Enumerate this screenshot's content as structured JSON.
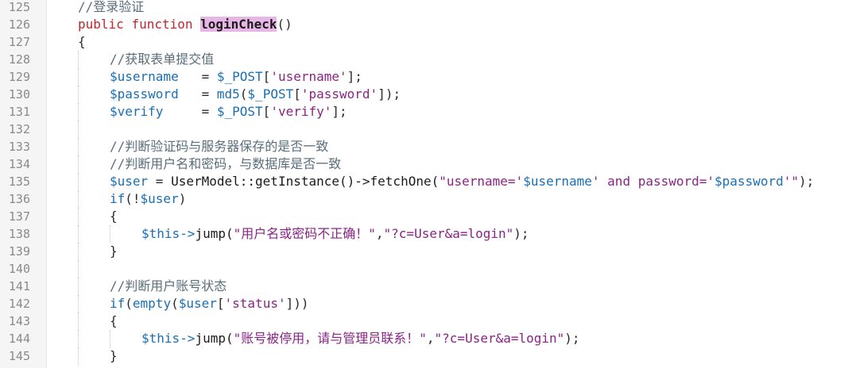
{
  "editor": {
    "lines": [
      {
        "num": "125",
        "indent": 0,
        "tokens": [
          {
            "t": "//登录验证",
            "c": "comment"
          }
        ]
      },
      {
        "num": "126",
        "indent": 0,
        "tokens": [
          {
            "t": "public",
            "c": "kw"
          },
          {
            "t": " ",
            "c": "op"
          },
          {
            "t": "function",
            "c": "kw"
          },
          {
            "t": " ",
            "c": "op"
          },
          {
            "t": "loginCheck",
            "c": "hl"
          },
          {
            "t": "()",
            "c": "op"
          }
        ]
      },
      {
        "num": "127",
        "indent": 0,
        "tokens": [
          {
            "t": "{",
            "c": "op"
          }
        ]
      },
      {
        "num": "128",
        "indent": 1,
        "tokens": [
          {
            "t": "//获取表单提交值",
            "c": "comment"
          }
        ]
      },
      {
        "num": "129",
        "indent": 1,
        "tokens": [
          {
            "t": "$username",
            "c": "var"
          },
          {
            "t": "   = ",
            "c": "op"
          },
          {
            "t": "$_POST",
            "c": "var"
          },
          {
            "t": "[",
            "c": "op"
          },
          {
            "t": "'username'",
            "c": "str"
          },
          {
            "t": "];",
            "c": "op"
          }
        ]
      },
      {
        "num": "130",
        "indent": 1,
        "tokens": [
          {
            "t": "$password",
            "c": "var"
          },
          {
            "t": "   = ",
            "c": "op"
          },
          {
            "t": "md5",
            "c": "var"
          },
          {
            "t": "(",
            "c": "op"
          },
          {
            "t": "$_POST",
            "c": "var"
          },
          {
            "t": "[",
            "c": "op"
          },
          {
            "t": "'password'",
            "c": "str"
          },
          {
            "t": "]);",
            "c": "op"
          }
        ]
      },
      {
        "num": "131",
        "indent": 1,
        "tokens": [
          {
            "t": "$verify",
            "c": "var"
          },
          {
            "t": "     = ",
            "c": "op"
          },
          {
            "t": "$_POST",
            "c": "var"
          },
          {
            "t": "[",
            "c": "op"
          },
          {
            "t": "'verify'",
            "c": "str"
          },
          {
            "t": "];",
            "c": "op"
          }
        ]
      },
      {
        "num": "132",
        "indent": 1,
        "tokens": []
      },
      {
        "num": "133",
        "indent": 1,
        "tokens": [
          {
            "t": "//判断验证码与服务器保存的是否一致",
            "c": "comment"
          }
        ]
      },
      {
        "num": "134",
        "indent": 1,
        "tokens": [
          {
            "t": "//判断用户名和密码，与数据库是否一致",
            "c": "comment"
          }
        ]
      },
      {
        "num": "135",
        "indent": 1,
        "tokens": [
          {
            "t": "$user",
            "c": "var"
          },
          {
            "t": " = ",
            "c": "op"
          },
          {
            "t": "UserModel::getInstance()->fetchOne(",
            "c": "fn"
          },
          {
            "t": "\"username='",
            "c": "str"
          },
          {
            "t": "$username",
            "c": "var"
          },
          {
            "t": "' and password='",
            "c": "str"
          },
          {
            "t": "$password",
            "c": "var"
          },
          {
            "t": "'\"",
            "c": "str"
          },
          {
            "t": ");",
            "c": "op"
          }
        ]
      },
      {
        "num": "136",
        "indent": 1,
        "tokens": [
          {
            "t": "if",
            "c": "var"
          },
          {
            "t": "(!",
            "c": "op"
          },
          {
            "t": "$user",
            "c": "var"
          },
          {
            "t": ")",
            "c": "op"
          }
        ]
      },
      {
        "num": "137",
        "indent": 1,
        "tokens": [
          {
            "t": "{",
            "c": "op"
          }
        ]
      },
      {
        "num": "138",
        "indent": 2,
        "tokens": [
          {
            "t": "$this",
            "c": "var"
          },
          {
            "t": "->",
            "c": "var"
          },
          {
            "t": "jump(",
            "c": "fn"
          },
          {
            "t": "\"用户名或密码不正确！\"",
            "c": "str"
          },
          {
            "t": ",",
            "c": "op"
          },
          {
            "t": "\"?c=User&a=login\"",
            "c": "str"
          },
          {
            "t": ");",
            "c": "op"
          }
        ]
      },
      {
        "num": "139",
        "indent": 1,
        "tokens": [
          {
            "t": "}",
            "c": "op"
          }
        ]
      },
      {
        "num": "140",
        "indent": 1,
        "tokens": []
      },
      {
        "num": "141",
        "indent": 1,
        "tokens": [
          {
            "t": "//判断用户账号状态",
            "c": "comment"
          }
        ]
      },
      {
        "num": "142",
        "indent": 1,
        "tokens": [
          {
            "t": "if",
            "c": "var"
          },
          {
            "t": "(",
            "c": "op"
          },
          {
            "t": "empty",
            "c": "var"
          },
          {
            "t": "(",
            "c": "op"
          },
          {
            "t": "$user",
            "c": "var"
          },
          {
            "t": "[",
            "c": "op"
          },
          {
            "t": "'status'",
            "c": "str"
          },
          {
            "t": "]))",
            "c": "op"
          }
        ]
      },
      {
        "num": "143",
        "indent": 1,
        "tokens": [
          {
            "t": "{",
            "c": "op"
          }
        ]
      },
      {
        "num": "144",
        "indent": 2,
        "tokens": [
          {
            "t": "$this",
            "c": "var"
          },
          {
            "t": "->",
            "c": "var"
          },
          {
            "t": "jump(",
            "c": "fn"
          },
          {
            "t": "\"账号被停用，请与管理员联系！\"",
            "c": "str"
          },
          {
            "t": ",",
            "c": "op"
          },
          {
            "t": "\"?c=User&a=login\"",
            "c": "str"
          },
          {
            "t": ");",
            "c": "op"
          }
        ]
      },
      {
        "num": "145",
        "indent": 1,
        "tokens": [
          {
            "t": "}",
            "c": "op"
          }
        ]
      }
    ]
  }
}
